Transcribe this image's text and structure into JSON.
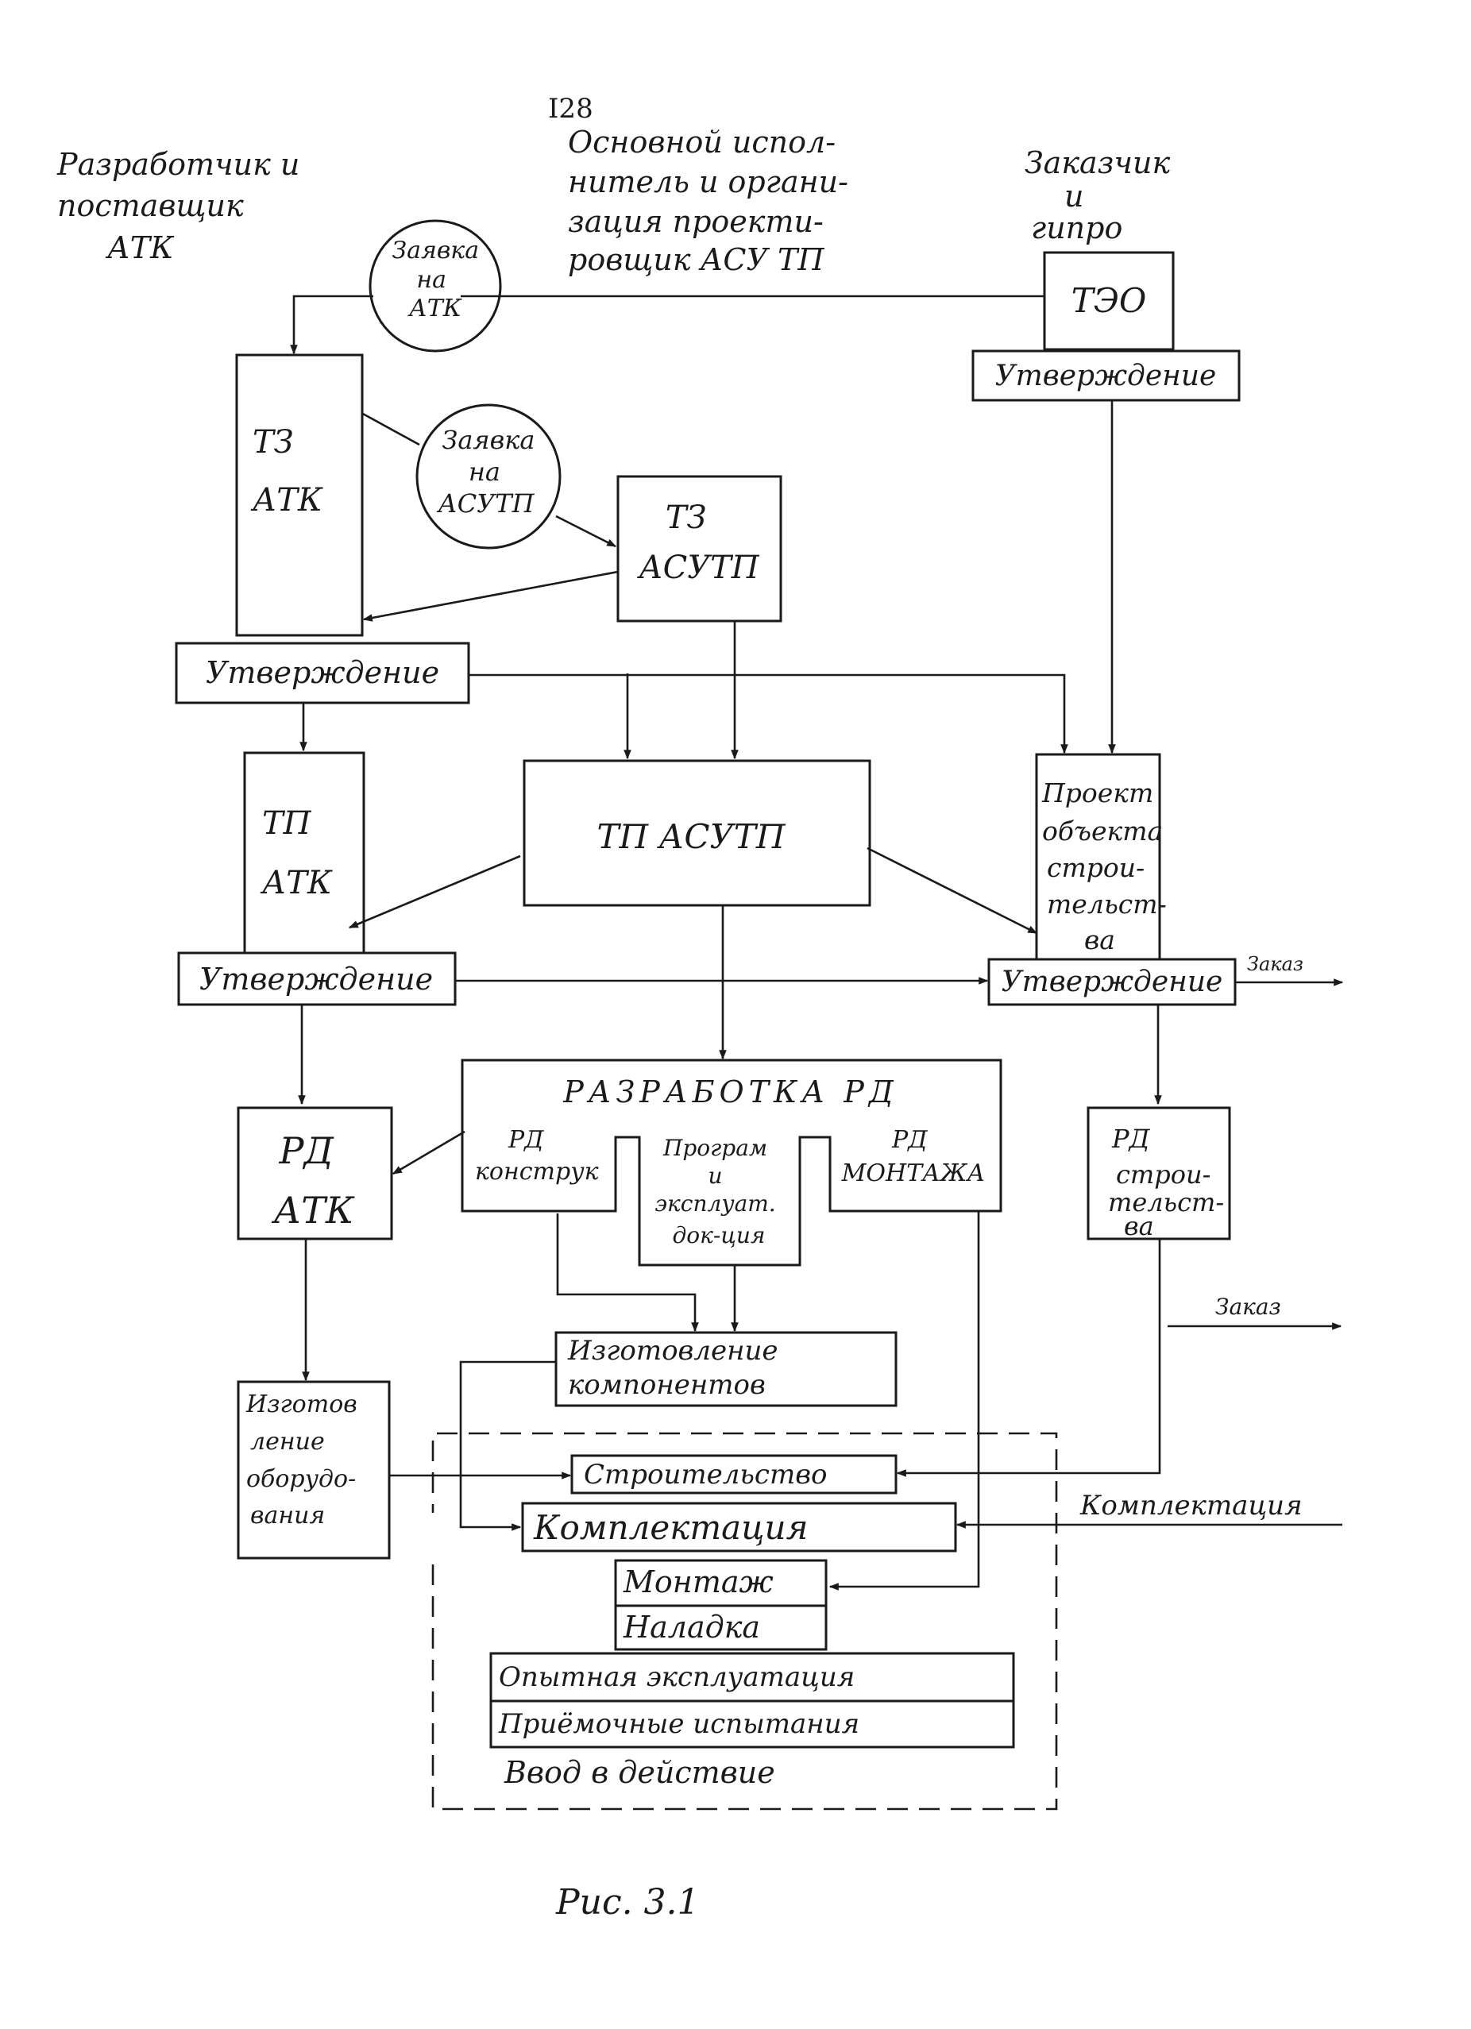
{
  "page_number": "I28",
  "caption": "Рис. 3.1",
  "headers": {
    "developer": [
      "Разработчик и",
      "поставщик",
      "АТК"
    ],
    "executor": [
      "Основной испол-",
      "нитель и органи-",
      "зация проекти-",
      "ровщик АСУ ТП"
    ],
    "customer": [
      "Заказчик",
      "и",
      "гипро"
    ]
  },
  "nodes": {
    "zayavka_atk": [
      "Заявка",
      "на",
      "АТК"
    ],
    "teo": "ТЭО",
    "utv_teo": "Утверждение",
    "tz_atk": [
      "ТЗ",
      "АТК"
    ],
    "zayavka_asutp": [
      "Заявка",
      "на",
      "АСУТП"
    ],
    "tz_asutp": [
      "ТЗ",
      "АСУТП"
    ],
    "utv_tz": "Утверждение",
    "tp_atk": [
      "ТП",
      "АТК"
    ],
    "tp_asutp": "ТП АСУТП",
    "proekt": [
      "Проект",
      "объекта",
      "строи-",
      "тельст-",
      "ва"
    ],
    "utv_tp": "Утверждение",
    "utv_proekt": "Утверждение",
    "razrabotka_rd": "РАЗРАБОТКА РД",
    "rd_konstr": [
      "РД",
      "конструк"
    ],
    "program": [
      "Програм",
      "и",
      "эксплуат.",
      "док-ция"
    ],
    "rd_montazh": [
      "РД",
      "МОНТАЖА"
    ],
    "rd_atk": [
      "РД",
      "АТК"
    ],
    "rd_stroit": [
      "РД",
      "строи-",
      "тельст-",
      "ва"
    ],
    "izgot_komp": [
      "Изготовление",
      "компонентов"
    ],
    "izgot_obor": [
      "Изготов",
      "ление",
      "оборудо-",
      "вания"
    ],
    "stroitelstvo": "Строительство",
    "komplektaciya": "Комплектация",
    "montazh": "Монтаж",
    "naladka": "Наладка",
    "opytnaya": "Опытная эксплуатация",
    "priemochnye": "Приёмочные испытания",
    "vvod": "Ввод в действие"
  },
  "edge_labels": {
    "zakaz_1": "Заказ",
    "zakaz_2": "Заказ",
    "komplektaciya_in": "Комплектация"
  }
}
